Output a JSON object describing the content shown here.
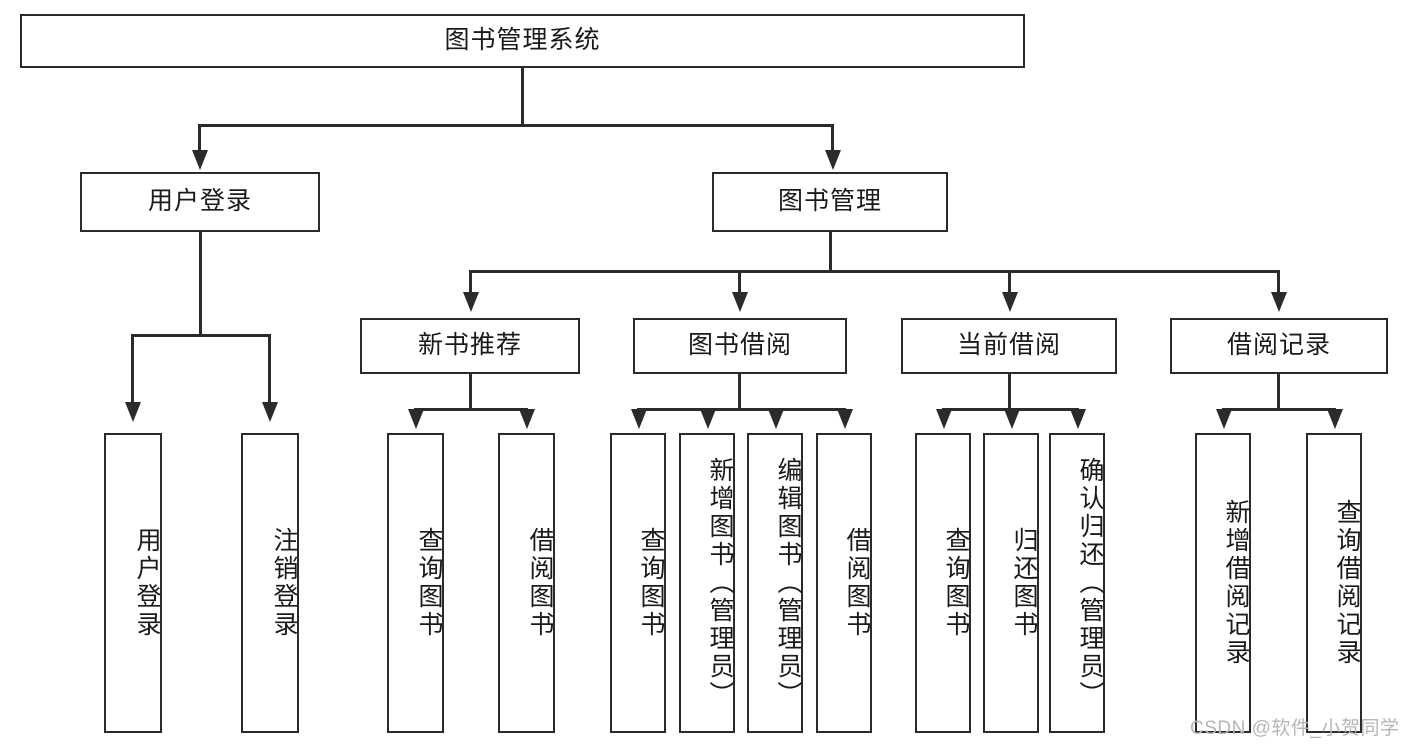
{
  "diagram": {
    "title": "图书管理系统",
    "type": "tree-hierarchy-chart",
    "watermark": "CSDN @软件_小贺同学",
    "nodes": {
      "root": {
        "label": "图书管理系统"
      },
      "level1": [
        {
          "id": "user-login",
          "label": "用户登录"
        },
        {
          "id": "book-management",
          "label": "图书管理"
        }
      ],
      "level2": [
        {
          "id": "new-book-recommend",
          "label": "新书推荐"
        },
        {
          "id": "book-borrow",
          "label": "图书借阅"
        },
        {
          "id": "current-borrow",
          "label": "当前借阅"
        },
        {
          "id": "borrow-record",
          "label": "借阅记录"
        }
      ],
      "leaves": [
        {
          "id": "leaf-user-login",
          "label": "用户登录"
        },
        {
          "id": "leaf-logout-login",
          "label": "注销登录"
        },
        {
          "id": "leaf-query-book-1",
          "label": "查询图书"
        },
        {
          "id": "leaf-borrow-book-1",
          "label": "借阅图书"
        },
        {
          "id": "leaf-query-book-2",
          "label": "查询图书"
        },
        {
          "id": "leaf-add-book",
          "label": "新增图书（管理员）"
        },
        {
          "id": "leaf-edit-book",
          "label": "编辑图书（管理员）"
        },
        {
          "id": "leaf-borrow-book-2",
          "label": "借阅图书"
        },
        {
          "id": "leaf-query-book-3",
          "label": "查询图书"
        },
        {
          "id": "leaf-return-book",
          "label": "归还图书"
        },
        {
          "id": "leaf-confirm-return",
          "label": "确认归还（管理员）"
        },
        {
          "id": "leaf-add-record",
          "label": "新增借阅记录"
        },
        {
          "id": "leaf-query-record",
          "label": "查询借阅记录"
        }
      ]
    },
    "colors": {
      "stroke": "#2b2b2b",
      "fill": "#ffffff",
      "text": "#1a1a1a",
      "watermark": "#b6b6b6"
    }
  }
}
